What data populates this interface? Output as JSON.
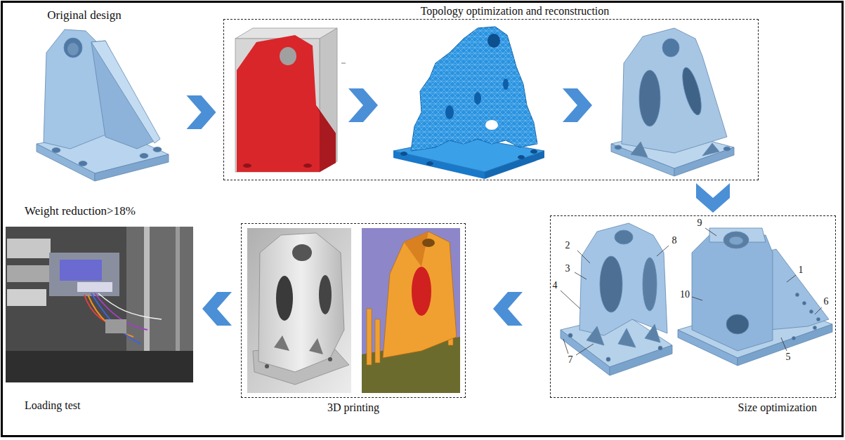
{
  "diagram": {
    "nodes": [
      {
        "text": [
          "Original design"
        ]
      },
      {
        "text": [
          "Topology optimization and reconstruction"
        ]
      },
      {
        "text": [
          "Size optimization"
        ]
      },
      {
        "text": [
          "3D printing"
        ]
      },
      {
        "text": [
          "Loading test"
        ]
      }
    ],
    "edges": [
      {
        "from": 0,
        "to": 1,
        "arrow": "to"
      },
      {
        "from": 1,
        "to": 2,
        "arrow": "to"
      },
      {
        "from": 2,
        "to": 3,
        "arrow": "to"
      },
      {
        "from": 3,
        "to": 4,
        "arrow": "to"
      }
    ],
    "labels": [
      "Weight reduction>18%",
      "2",
      "3",
      "4",
      "7",
      "8",
      "9",
      "1",
      "10",
      "6",
      "5"
    ]
  }
}
